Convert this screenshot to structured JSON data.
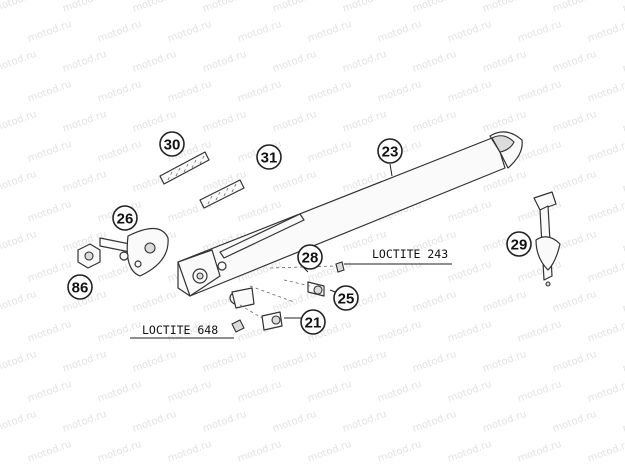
{
  "watermark": "motod.ru",
  "callouts": [
    {
      "id": "callout-30",
      "label": "30"
    },
    {
      "id": "callout-31",
      "label": "31"
    },
    {
      "id": "callout-23",
      "label": "23"
    },
    {
      "id": "callout-26",
      "label": "26"
    },
    {
      "id": "callout-28",
      "label": "28"
    },
    {
      "id": "callout-29",
      "label": "29"
    },
    {
      "id": "callout-86",
      "label": "86"
    },
    {
      "id": "callout-25",
      "label": "25"
    },
    {
      "id": "callout-21",
      "label": "21"
    }
  ],
  "labels": {
    "loctite_243": "LOCTITE 243",
    "loctite_648": "LOCTITE 648"
  }
}
